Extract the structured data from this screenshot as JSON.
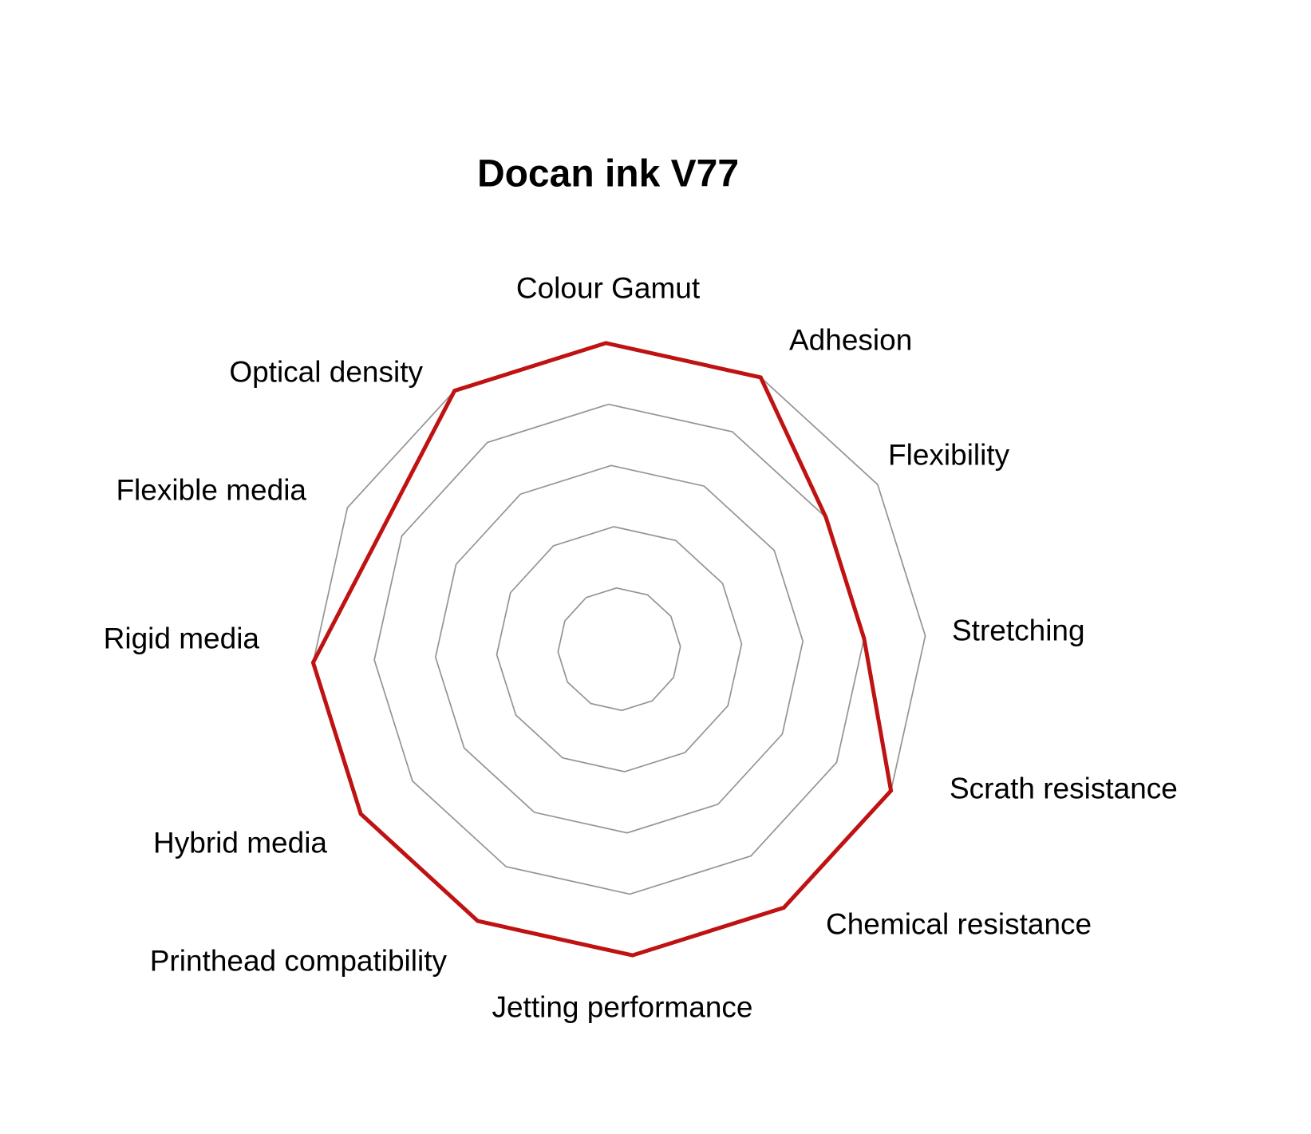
{
  "title": "Docan ink V77",
  "chart_data": {
    "type": "radar",
    "title": "Docan ink V77",
    "categories": [
      "Colour Gamut",
      "Adhesion",
      "Flexibility",
      "Stretching",
      "Scrath resistance",
      "Chemical resistance",
      "Jetting performance",
      "Printhead compatibility",
      "Hybrid media",
      "Rigid media",
      "Flexible media",
      "Optical density"
    ],
    "series": [
      {
        "name": "Docan ink V77",
        "values": [
          5,
          5,
          4,
          4,
          5,
          5,
          5,
          5,
          5,
          5,
          4.33,
          5
        ],
        "color": "#bf1212"
      }
    ],
    "axis_range": [
      0,
      5
    ],
    "grid_rings": 5,
    "grid_shape": "polygon",
    "grid_color": "#949494",
    "rotation_deg": 2.5,
    "first_axis": "top",
    "direction": "clockwise",
    "series_fill": "none",
    "legend_position": "none",
    "tick_labels": "none",
    "background": "#ffffff",
    "text_color": "#000000"
  }
}
